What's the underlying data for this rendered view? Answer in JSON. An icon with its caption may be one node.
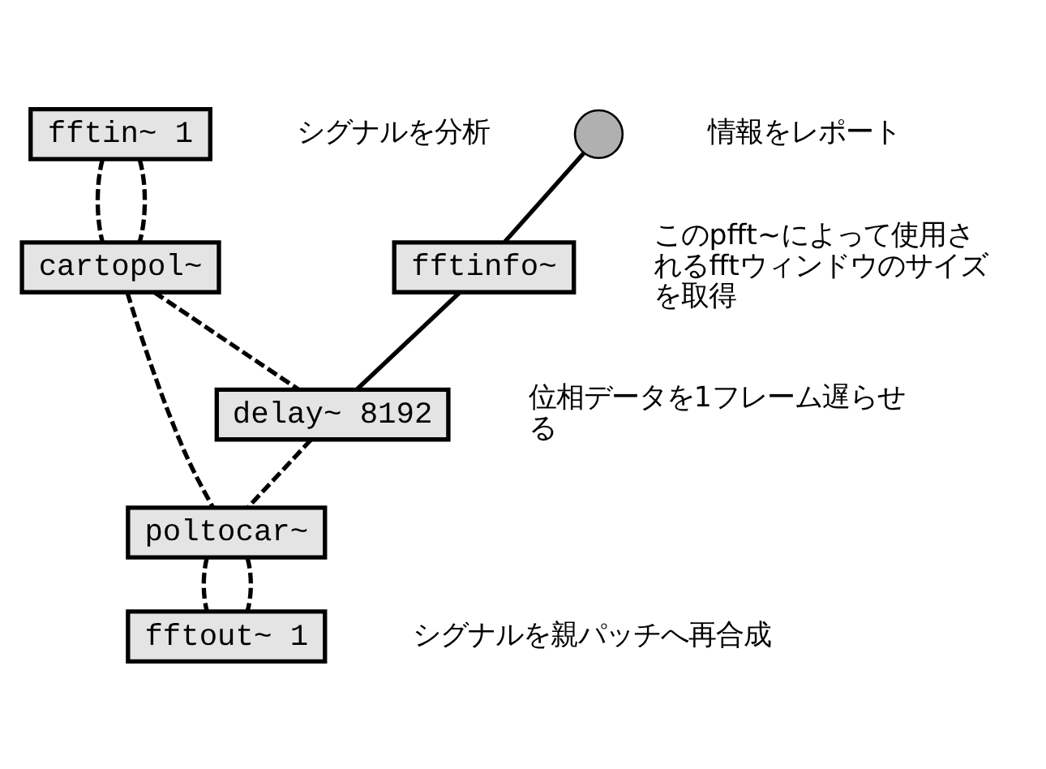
{
  "diagram": {
    "nodes": [
      {
        "text": [
          "fftin~ 1"
        ],
        "beside": [
          "シグナルを分析"
        ]
      },
      {
        "text": [],
        "shape": "circle",
        "beside": [
          "情報をレポート"
        ]
      },
      {
        "text": [
          "fftinfo~"
        ],
        "beside": [
          "このpfft~によって使用されるfftウィンドウのサイズを取得"
        ]
      },
      {
        "text": [
          "cartopol~"
        ]
      },
      {
        "text": [
          "delay~ 8192"
        ],
        "beside": [
          "位相データを1フレーム遅らせる"
        ]
      },
      {
        "text": [
          "poltocar~"
        ]
      },
      {
        "text": [
          "fftout~ 1"
        ],
        "beside": [
          "シグナルを親パッチへ再合成"
        ]
      }
    ],
    "edges": [
      {
        "from": 1,
        "to": 2,
        "arrow": "none"
      },
      {
        "from": 0,
        "to": 3,
        "arrow": "none",
        "style": "dashed"
      },
      {
        "from": 0,
        "to": 3,
        "arrow": "none",
        "style": "dashed"
      },
      {
        "from": 3,
        "to": 5,
        "arrow": "none",
        "style": "dashed"
      },
      {
        "from": 3,
        "to": 4,
        "arrow": "none",
        "style": "dashed"
      },
      {
        "from": 2,
        "to": 4,
        "arrow": "none"
      },
      {
        "from": 4,
        "to": 5,
        "arrow": "none",
        "style": "dashed"
      },
      {
        "from": 5,
        "to": 6,
        "arrow": "none",
        "style": "dashed"
      },
      {
        "from": 5,
        "to": 6,
        "arrow": "none",
        "style": "dashed"
      }
    ]
  }
}
